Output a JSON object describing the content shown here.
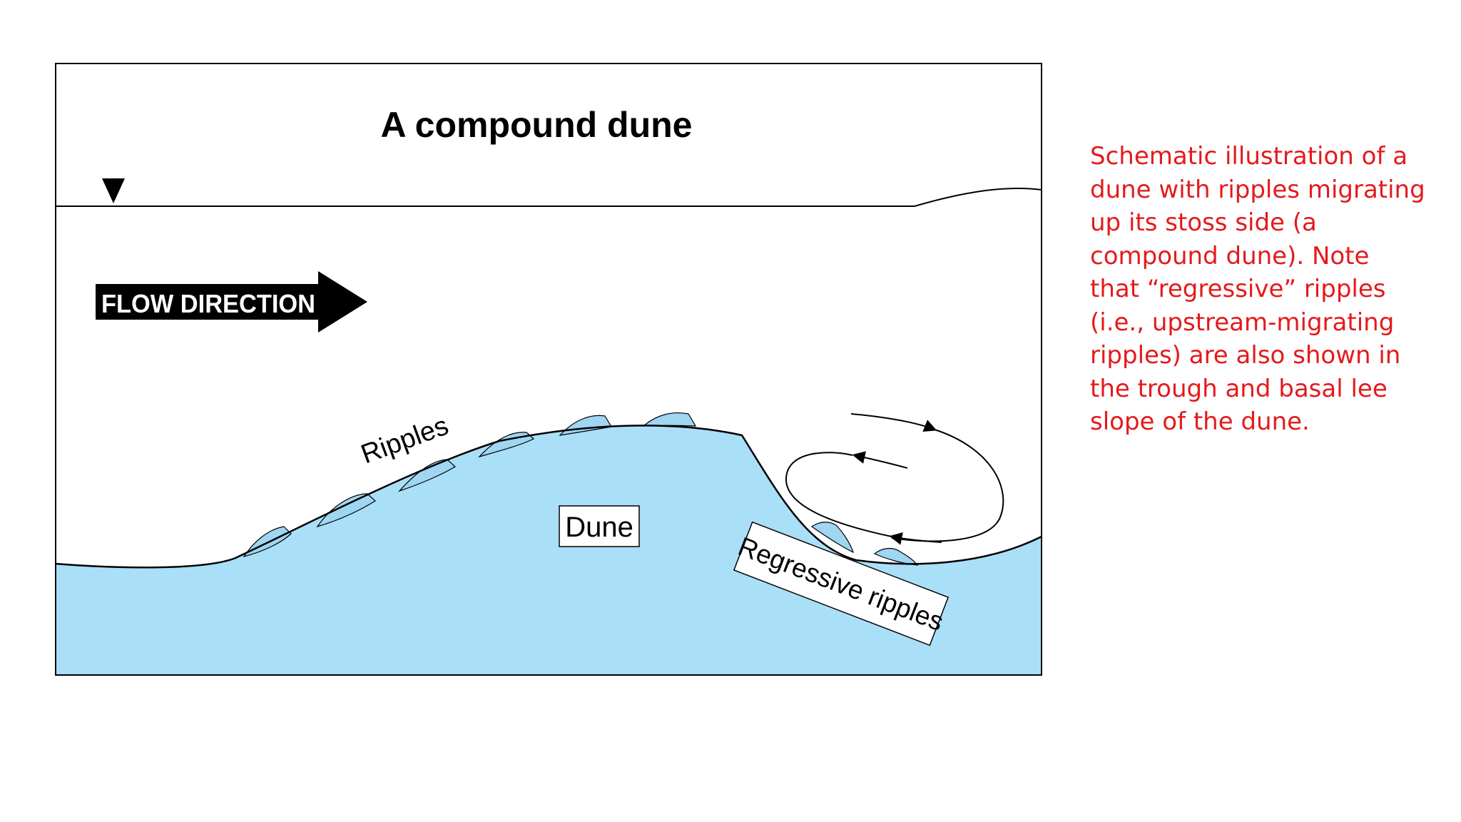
{
  "diagram": {
    "title": "A compound dune",
    "flow_label": "FLOW DIRECTION",
    "ripples_label": "Ripples",
    "dune_label": "Dune",
    "regressive_label": "Regressive ripples",
    "colors": {
      "sediment": "#aadff8",
      "ripple": "#9fd6f2",
      "ink": "#000000"
    }
  },
  "caption": {
    "text": "Schematic illustration of a dune with ripples migrating up its stoss side (a compound dune). Note that “regressive” ripples (i.e., upstream-migrating ripples) are also shown in the trough and basal lee slope of the dune."
  }
}
